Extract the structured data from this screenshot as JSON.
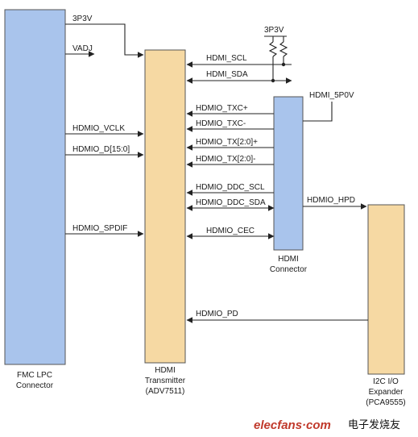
{
  "blocks": {
    "fmc": {
      "label_1": "FMC LPC",
      "label_2": "Connector"
    },
    "transmitter": {
      "label_1": "HDMI",
      "label_2": "Transmitter",
      "label_3": "(ADV7511)"
    },
    "connector": {
      "label_1": "HDMI",
      "label_2": "Connector"
    },
    "expander": {
      "label_1": "I2C I/O",
      "label_2": "Expander",
      "label_3": "(PCA9555)"
    }
  },
  "rails": {
    "pullup_supply": "3P3V",
    "hdmi_5v": "HDMI_5P0V"
  },
  "signals": {
    "s_3p3v": "3P3V",
    "s_vadj": "VADJ",
    "s_vclk": "HDMIO_VCLK",
    "s_data": "HDMIO_D[15:0]",
    "s_spdif": "HDMIO_SPDIF",
    "s_scl": "HDMI_SCL",
    "s_sda": "HDMI_SDA",
    "s_txcp": "HDMIO_TXC+",
    "s_txcn": "HDMIO_TXC-",
    "s_txp": "HDMIO_TX[2:0]+",
    "s_txn": "HDMIO_TX[2:0]-",
    "s_ddcscl": "HDMIO_DDC_SCL",
    "s_ddcsda": "HDMIO_DDC_SDA",
    "s_cec": "HDMIO_CEC",
    "s_hpd": "HDMIO_HPD",
    "s_pd": "HDMIO_PD"
  },
  "watermark": {
    "site": "elecfans·com",
    "cn": "电子发烧友"
  },
  "colors": {
    "fmc_fill": "#a9c4ec",
    "transmitter_fill": "#f6d9a3",
    "connector_fill": "#a9c4ec",
    "expander_fill": "#f6d9a3",
    "watermark_red": "#c0392b"
  }
}
